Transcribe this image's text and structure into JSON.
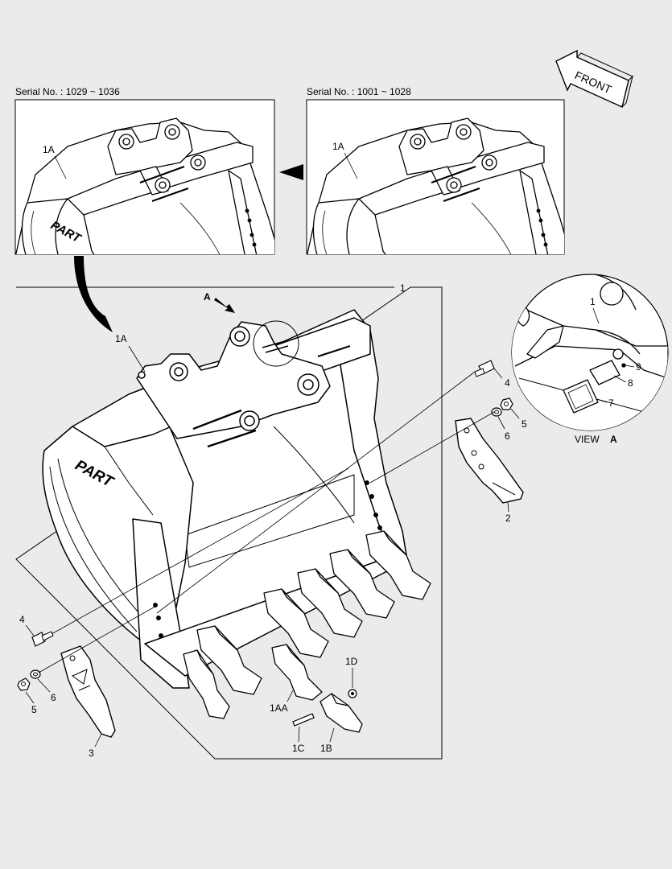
{
  "insets": {
    "left_serial": "Serial No. : 1029 ~ 1036",
    "right_serial": "Serial No. : 1001 ~ 1028",
    "left_part": "1A",
    "right_part": "1A"
  },
  "front_label": "FRONT",
  "view_label": "VIEW",
  "view_letter": "A",
  "arrow_letter": "A",
  "brand_text": "PART",
  "callouts": {
    "main_frame": "1",
    "bucket": "1A",
    "tooth_adapter": "1AA",
    "tooth_tip": "1B",
    "pin": "1C",
    "lock": "1D",
    "side_cutter_right": "2",
    "side_cutter_left": "3",
    "bolt_right": "4",
    "bolt_left": "4",
    "nut_right": "5",
    "nut_left": "5",
    "washer_right": "6",
    "washer_left": "6",
    "view_frame": "1",
    "plate_large": "7",
    "plate_small": "8",
    "plate_screw": "9"
  }
}
